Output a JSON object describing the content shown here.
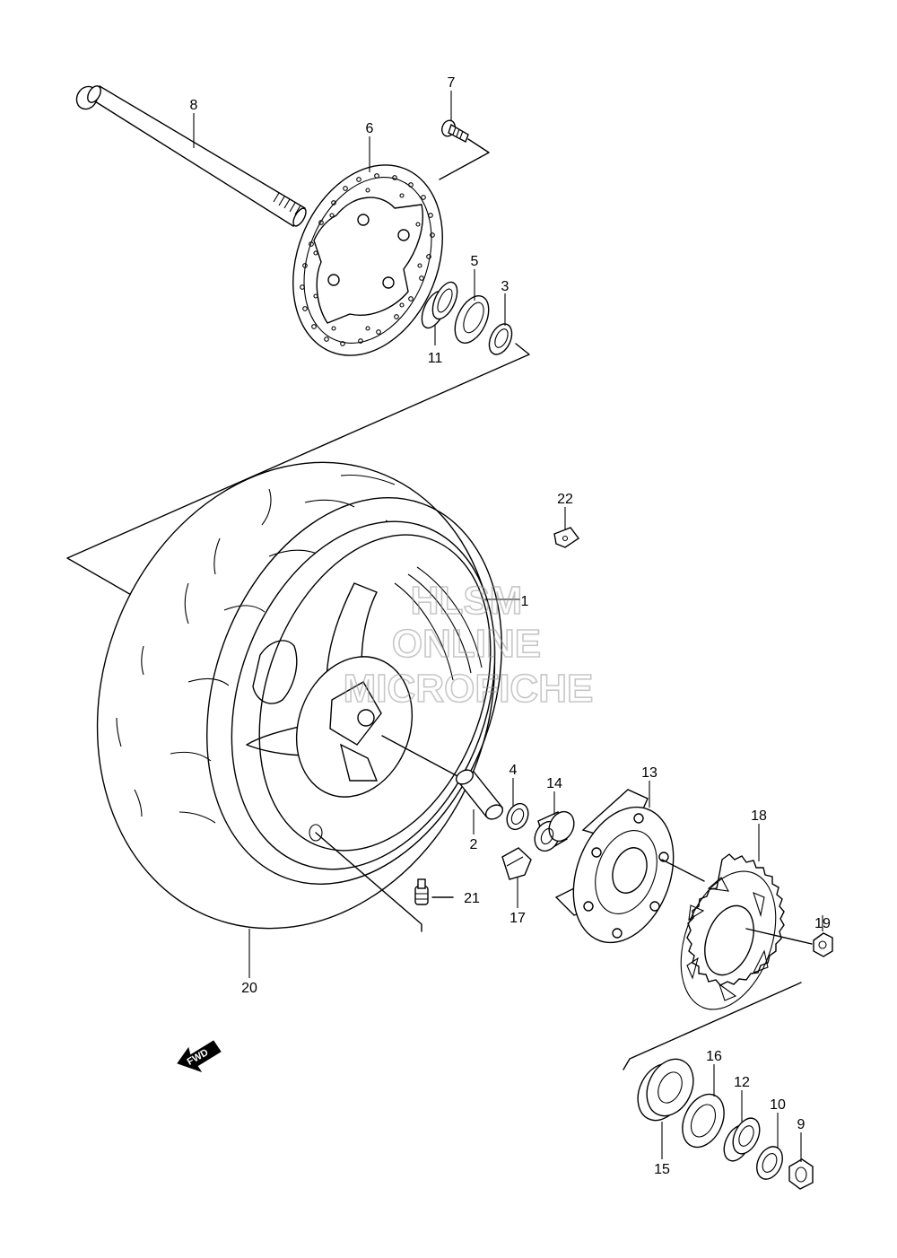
{
  "diagram": {
    "parts": [
      {
        "id": "p1",
        "label": "1"
      },
      {
        "id": "p2",
        "label": "2"
      },
      {
        "id": "p3",
        "label": "3"
      },
      {
        "id": "p4",
        "label": "4"
      },
      {
        "id": "p5",
        "label": "5"
      },
      {
        "id": "p6",
        "label": "6"
      },
      {
        "id": "p7",
        "label": "7"
      },
      {
        "id": "p8",
        "label": "8"
      },
      {
        "id": "p9",
        "label": "9"
      },
      {
        "id": "p10",
        "label": "10"
      },
      {
        "id": "p11",
        "label": "11"
      },
      {
        "id": "p12",
        "label": "12"
      },
      {
        "id": "p13",
        "label": "13"
      },
      {
        "id": "p14",
        "label": "14"
      },
      {
        "id": "p15",
        "label": "15"
      },
      {
        "id": "p16",
        "label": "16"
      },
      {
        "id": "p17",
        "label": "17"
      },
      {
        "id": "p18",
        "label": "18"
      },
      {
        "id": "p19",
        "label": "19"
      },
      {
        "id": "p20",
        "label": "20"
      },
      {
        "id": "p21",
        "label": "21"
      },
      {
        "id": "p22",
        "label": "22"
      }
    ],
    "fwd_badge": "FWD",
    "watermark": {
      "line1": "HLSM",
      "line2": "ONLINE",
      "line3": "MICROFICHE",
      "color": "#9a9a9a"
    }
  }
}
